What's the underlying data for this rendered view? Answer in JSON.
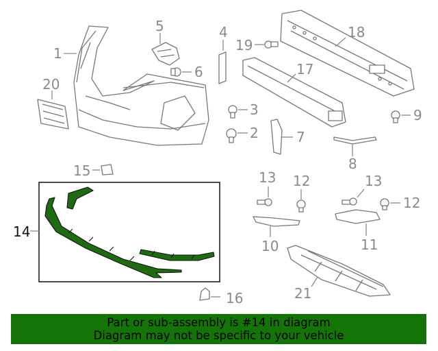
{
  "callouts": {
    "p1": "1",
    "p2": "2",
    "p3": "3",
    "p4": "4",
    "p5": "5",
    "p6": "6",
    "p7": "7",
    "p8": "8",
    "p9": "9",
    "p10": "10",
    "p11": "11",
    "p12a": "12",
    "p12b": "12",
    "p13a": "13",
    "p13b": "13",
    "p14": "14",
    "p15": "15",
    "p16": "16",
    "p17": "17",
    "p18": "18",
    "p19": "19",
    "p20": "20",
    "p21": "21"
  },
  "banner": {
    "line1": "Part or sub-assembly is #14 in diagram",
    "line2": "Diagram may not be specific to your vehicle"
  },
  "colors": {
    "highlight_part": "#1f6b12",
    "banner_bg": "#157408"
  }
}
